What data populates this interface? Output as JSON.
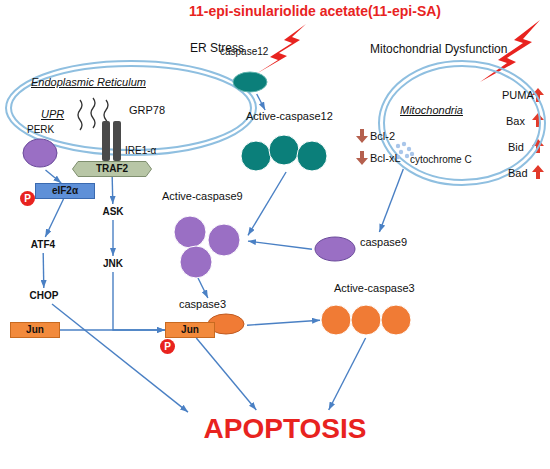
{
  "diagram": {
    "title": "11-epi-sinulariolide acetate(11-epi-SA)",
    "nodes": [
      {
        "text": [
          "Endoplasmic Reticulum",
          "UPR",
          "GRP78"
        ]
      },
      {
        "text": [
          "caspase12"
        ]
      },
      {
        "text": [
          "Mitochondria"
        ]
      },
      {
        "text": [
          "cytochrome C"
        ],
        "in": 2
      },
      {
        "text": [
          "PERK"
        ]
      },
      {
        "text": [
          "IRE1-α"
        ]
      },
      {
        "text": [
          "TRAF2"
        ]
      },
      {
        "text": [
          "eIF2α"
        ]
      },
      {
        "text": [
          "Active-caspase12"
        ]
      },
      {
        "text": [
          "caspase9"
        ]
      },
      {
        "text": [
          "ASK"
        ]
      },
      {
        "text": [
          "Active-caspase9"
        ]
      },
      {
        "text": [
          "ATF4"
        ]
      },
      {
        "text": [
          "JNK"
        ]
      },
      {
        "text": [
          "caspase3"
        ]
      },
      {
        "text": [
          "Active-caspase3"
        ]
      },
      {
        "text": [
          "Jun"
        ]
      },
      {
        "text": [
          "Jun"
        ]
      },
      {
        "text": [
          "CHOP"
        ]
      },
      {
        "text": [
          "APOPTOSIS"
        ]
      }
    ],
    "edges": [
      {
        "from": 4,
        "to": 7,
        "arrow": "to"
      },
      {
        "from": 7,
        "to": 12,
        "arrow": "to"
      },
      {
        "from": 12,
        "to": 18,
        "arrow": "to"
      },
      {
        "from": 6,
        "to": 10,
        "arrow": "to"
      },
      {
        "from": 10,
        "to": 13,
        "arrow": "to"
      },
      {
        "from": 16,
        "to": 17,
        "arrow": "to"
      },
      {
        "from": 13,
        "to": 17,
        "arrow": "to"
      },
      {
        "from": 1,
        "to": 8,
        "arrow": "to"
      },
      {
        "from": 8,
        "to": 11,
        "arrow": "to"
      },
      {
        "from": 3,
        "to": 9,
        "arrow": "to"
      },
      {
        "from": 9,
        "to": 11,
        "arrow": "to"
      },
      {
        "from": 11,
        "to": 14,
        "arrow": "to"
      },
      {
        "from": 14,
        "to": 15,
        "arrow": "to"
      },
      {
        "from": 18,
        "to": 19,
        "arrow": "to"
      },
      {
        "from": 17,
        "to": 19,
        "arrow": "to"
      },
      {
        "from": 15,
        "to": 19,
        "arrow": "to"
      }
    ],
    "labels": [
      "ER Stress",
      "Mitochondrial Dysfunction",
      "PUMA",
      "Bax",
      "Bid",
      "Bcl-2",
      "Bcl-xL",
      "Bad",
      "P",
      "P"
    ]
  }
}
